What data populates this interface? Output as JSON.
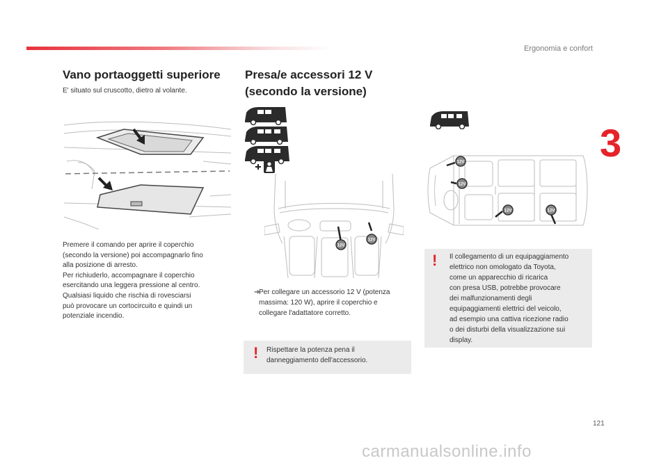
{
  "header": {
    "section_title": "Ergonomia e confort",
    "chapter_number": "3",
    "accent_color": "#e52329"
  },
  "left": {
    "title": "Vano portaoggetti superiore",
    "subtitle": "E' situato sul cruscotto, dietro al volante.",
    "paragraph": [
      "Premere il comando per aprire il coperchio",
      "(secondo la versione) poi accompagnarlo fino",
      "alla posizione di arresto.",
      "Per richiuderlo, accompagnare il coperchio",
      "esercitando una leggera pressione al centro.",
      "Qualsiasi liquido che rischia di rovesciarsi",
      "può provocare un cortocircuito e quindi un",
      "potenziale incendio."
    ]
  },
  "middle": {
    "title_line1": "Presa/e accessori 12 V",
    "title_line2": "(secondo la versione)",
    "socket_label": "12V",
    "bullet": [
      "Per collegare un accessorio 12 V (potenza",
      "massima: 120 W), aprire il coperchio e",
      "collegare l'adattatore corretto."
    ],
    "warning": [
      "Rispettare la potenza pena il",
      "danneggiamento dell'accessorio."
    ]
  },
  "right": {
    "warning": [
      "Il collegamento di un equipaggiamento",
      "elettrico non omologato da Toyota,",
      "come un apparecchio di ricarica",
      "con presa USB, potrebbe provocare",
      "dei malfunzionamenti degli",
      "equipaggiamenti elettrici del veicolo,",
      "ad esempio una cattiva ricezione radio",
      "o dei disturbi della visualizzazione sui",
      "display."
    ]
  },
  "footer": {
    "page_number": "121",
    "watermark": "carmanualsonline.info"
  }
}
